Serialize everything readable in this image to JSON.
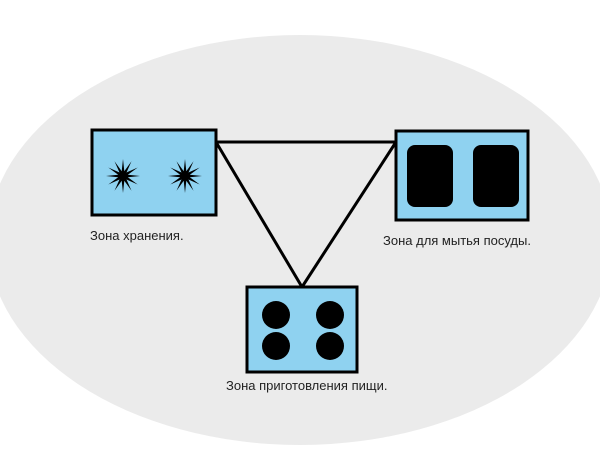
{
  "colors": {
    "background": "#ebebeb",
    "zone_fill": "#8fd2f0",
    "stroke": "#000000"
  },
  "zones": {
    "storage": {
      "label": "Зона хранения.",
      "icon": "star-burst-icon"
    },
    "washing": {
      "label": "Зона для мытья посуды.",
      "icon": "sink-icon"
    },
    "cooking": {
      "label": "Зона приготовления пищи.",
      "icon": "stove-burner-icon"
    }
  }
}
